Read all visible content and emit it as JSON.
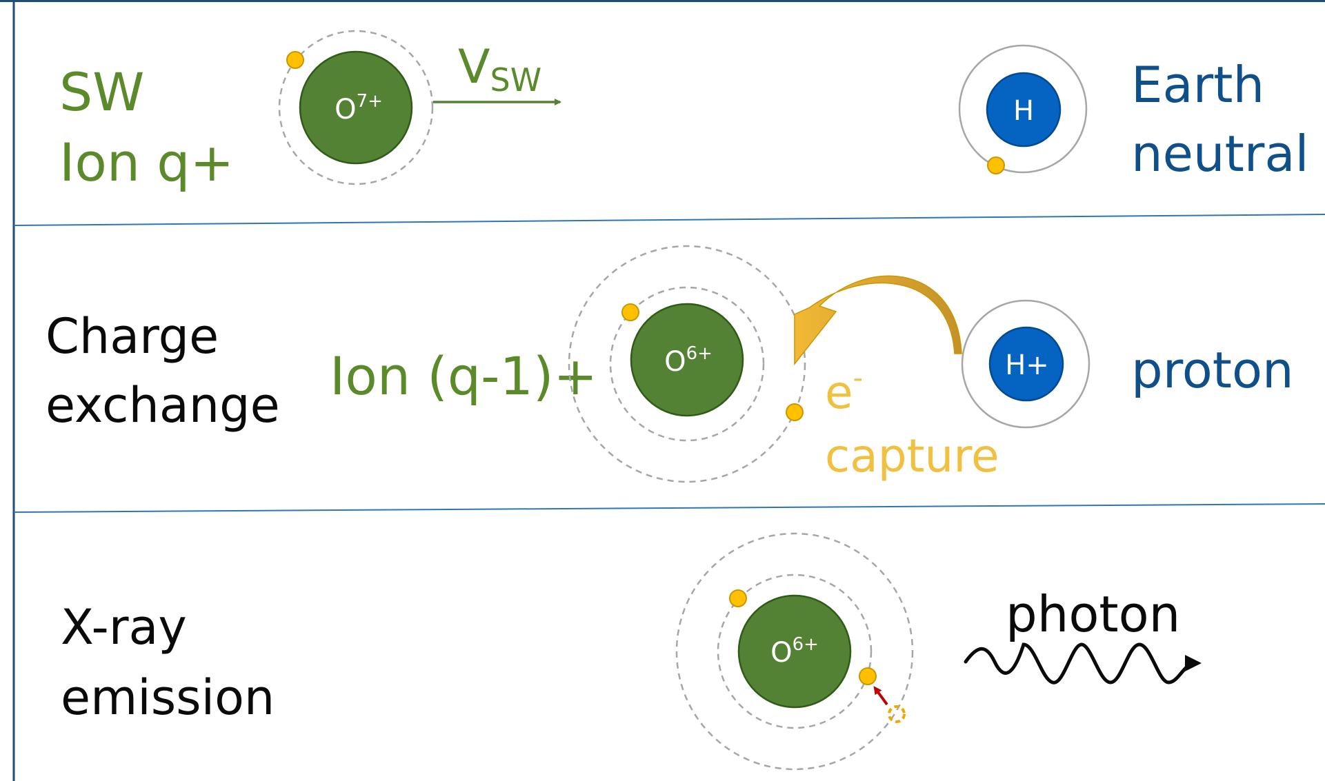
{
  "rows": {
    "row1": {
      "label_line1": "SW",
      "label_line2": "Ion q+",
      "ion": {
        "base": "O",
        "charge": "7+"
      },
      "velocity": {
        "base": "V",
        "sub": "SW"
      },
      "neutral": {
        "symbol": "H"
      },
      "right_line1": "Earth",
      "right_line2": "neutral"
    },
    "row2": {
      "label_line1": "Charge",
      "label_line2": "exchange",
      "ion_text": "Ion (q-1)+",
      "ion": {
        "base": "O",
        "charge": "6+"
      },
      "capture": {
        "electron": "e",
        "sign": "-",
        "word": "capture"
      },
      "proton_symbol": "H+",
      "right_label": "proton"
    },
    "row3": {
      "label_line1": "X-ray",
      "label_line2": "emission",
      "ion": {
        "base": "O",
        "charge": "6+"
      },
      "photon_label": "photon"
    }
  },
  "colors": {
    "ion_green": "#548235",
    "ion_text_green": "#5a8a2a",
    "neutral_blue": "#0563c1",
    "earth_text_blue": "#0f4f8a",
    "electron_gold": "#ffc000",
    "capture_gold": "#f0c040",
    "arrow_gold": "#d9a32a",
    "transition_red": "#c00000",
    "divider_blue": "#2e75b6",
    "frame_navy": "#1f4e79"
  }
}
